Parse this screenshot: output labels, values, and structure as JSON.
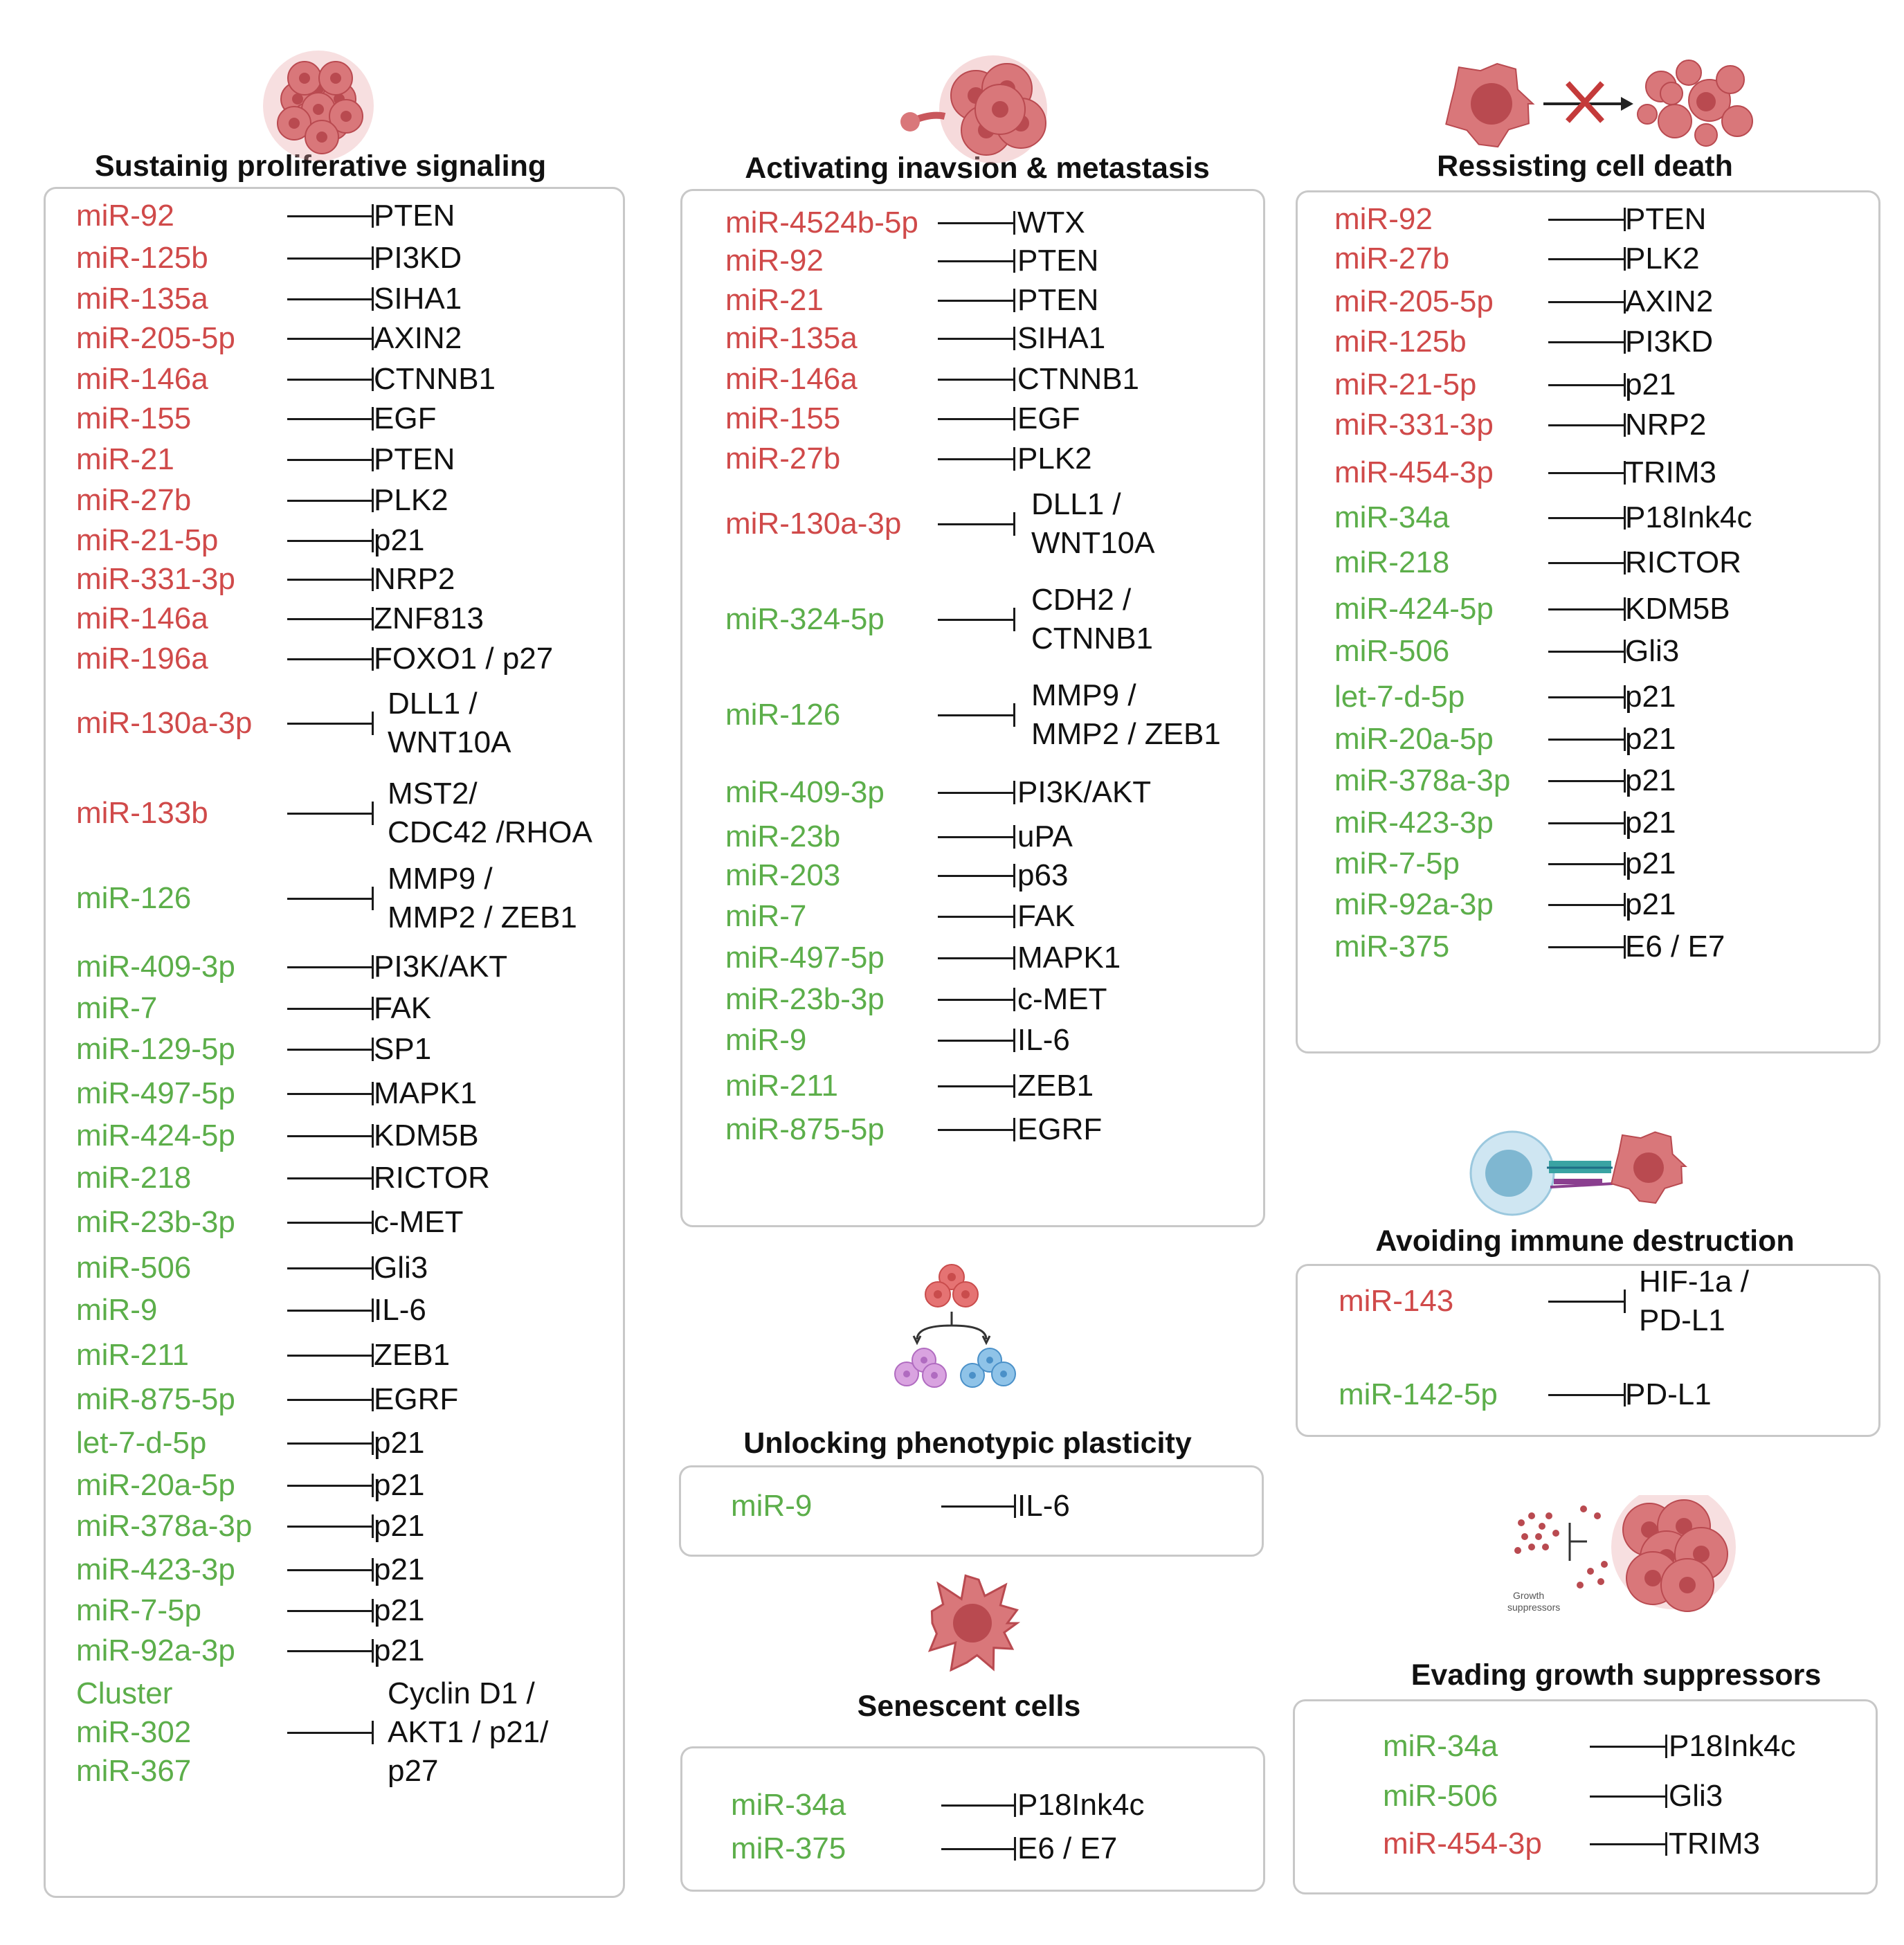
{
  "colors": {
    "red": "#d04a4a",
    "green": "#5cae4a",
    "cell": "#d9777a",
    "border": "#c8c8c8"
  },
  "panels": [
    {
      "id": "proliferative",
      "title": "Sustainig proliferative signaling",
      "icon": "tumor-cluster-icon",
      "rows": [
        {
          "mir": "miR-92",
          "color": "red",
          "target": [
            "PTEN"
          ]
        },
        {
          "mir": "miR-125b",
          "color": "red",
          "target": [
            "PI3KD"
          ]
        },
        {
          "mir": "miR-135a",
          "color": "red",
          "target": [
            "SIHA1"
          ]
        },
        {
          "mir": "miR-205-5p",
          "color": "red",
          "target": [
            "AXIN2"
          ]
        },
        {
          "mir": "miR-146a",
          "color": "red",
          "target": [
            "CTNNB1"
          ]
        },
        {
          "mir": "miR-155",
          "color": "red",
          "target": [
            "EGF"
          ]
        },
        {
          "mir": "miR-21",
          "color": "red",
          "target": [
            "PTEN"
          ]
        },
        {
          "mir": "miR-27b",
          "color": "red",
          "target": [
            "PLK2"
          ]
        },
        {
          "mir": "miR-21-5p",
          "color": "red",
          "target": [
            "p21"
          ]
        },
        {
          "mir": "miR-331-3p",
          "color": "red",
          "target": [
            "NRP2"
          ]
        },
        {
          "mir": "miR-146a",
          "color": "red",
          "target": [
            "ZNF813"
          ]
        },
        {
          "mir": "miR-196a",
          "color": "red",
          "target": [
            "FOXO1 / p27"
          ]
        },
        {
          "mir": "miR-130a-3p",
          "color": "red",
          "target": [
            "DLL1 /",
            "WNT10A"
          ]
        },
        {
          "mir": "miR-133b",
          "color": "red",
          "target": [
            "MST2/",
            "CDC42 /RHOA"
          ]
        },
        {
          "mir": "miR-126",
          "color": "green",
          "target": [
            "MMP9 /",
            "MMP2 / ZEB1"
          ]
        },
        {
          "mir": "miR-409-3p",
          "color": "green",
          "target": [
            "PI3K/AKT"
          ]
        },
        {
          "mir": "miR-7",
          "color": "green",
          "target": [
            "FAK"
          ]
        },
        {
          "mir": "miR-129-5p",
          "color": "green",
          "target": [
            "SP1"
          ]
        },
        {
          "mir": "miR-497-5p",
          "color": "green",
          "target": [
            "MAPK1"
          ]
        },
        {
          "mir": "miR-424-5p",
          "color": "green",
          "target": [
            "KDM5B"
          ]
        },
        {
          "mir": "miR-218",
          "color": "green",
          "target": [
            "RICTOR"
          ]
        },
        {
          "mir": "miR-23b-3p",
          "color": "green",
          "target": [
            "c-MET"
          ]
        },
        {
          "mir": "miR-506",
          "color": "green",
          "target": [
            "Gli3"
          ]
        },
        {
          "mir": "miR-9",
          "color": "green",
          "target": [
            "IL-6"
          ]
        },
        {
          "mir": "miR-211",
          "color": "green",
          "target": [
            "ZEB1"
          ]
        },
        {
          "mir": "miR-875-5p",
          "color": "green",
          "target": [
            "EGRF"
          ]
        },
        {
          "mir": "let-7-d-5p",
          "color": "green",
          "target": [
            "p21"
          ]
        },
        {
          "mir": "miR-20a-5p",
          "color": "green",
          "target": [
            "p21"
          ]
        },
        {
          "mir": "miR-378a-3p",
          "color": "green",
          "target": [
            "p21"
          ]
        },
        {
          "mir": "miR-423-3p",
          "color": "green",
          "target": [
            "p21"
          ]
        },
        {
          "mir": "miR-7-5p",
          "color": "green",
          "target": [
            "p21"
          ]
        },
        {
          "mir": "miR-92a-3p",
          "color": "green",
          "target": [
            "p21"
          ]
        },
        {
          "mir": [
            "Cluster",
            "miR-302",
            "miR-367"
          ],
          "color": "green",
          "target": [
            "Cyclin D1 /",
            "AKT1 / p21/",
            "p27"
          ]
        }
      ]
    },
    {
      "id": "invasion",
      "title": "Activating inavsion & metastasis",
      "icon": "metastasis-cell-icon",
      "rows": [
        {
          "mir": "miR-4524b-5p",
          "color": "red",
          "target": [
            "WTX"
          ]
        },
        {
          "mir": "miR-92",
          "color": "red",
          "target": [
            "PTEN"
          ]
        },
        {
          "mir": "miR-21",
          "color": "red",
          "target": [
            "PTEN"
          ]
        },
        {
          "mir": "miR-135a",
          "color": "red",
          "target": [
            "SIHA1"
          ]
        },
        {
          "mir": "miR-146a",
          "color": "red",
          "target": [
            "CTNNB1"
          ]
        },
        {
          "mir": "miR-155",
          "color": "red",
          "target": [
            "EGF"
          ]
        },
        {
          "mir": "miR-27b",
          "color": "red",
          "target": [
            "PLK2"
          ]
        },
        {
          "mir": "miR-130a-3p",
          "color": "red",
          "target": [
            "DLL1 /",
            "WNT10A"
          ]
        },
        {
          "mir": "miR-324-5p",
          "color": "green",
          "target": [
            "CDH2 /",
            "CTNNB1"
          ]
        },
        {
          "mir": "miR-126",
          "color": "green",
          "target": [
            "MMP9 /",
            "MMP2 / ZEB1"
          ]
        },
        {
          "mir": "miR-409-3p",
          "color": "green",
          "target": [
            "PI3K/AKT"
          ]
        },
        {
          "mir": "miR-23b",
          "color": "green",
          "target": [
            "uPA"
          ]
        },
        {
          "mir": "miR-203",
          "color": "green",
          "target": [
            "p63"
          ]
        },
        {
          "mir": "miR-7",
          "color": "green",
          "target": [
            "FAK"
          ]
        },
        {
          "mir": "miR-497-5p",
          "color": "green",
          "target": [
            "MAPK1"
          ]
        },
        {
          "mir": "miR-23b-3p",
          "color": "green",
          "target": [
            "c-MET"
          ]
        },
        {
          "mir": "miR-9",
          "color": "green",
          "target": [
            "IL-6"
          ]
        },
        {
          "mir": "miR-211",
          "color": "green",
          "target": [
            "ZEB1"
          ]
        },
        {
          "mir": "miR-875-5p",
          "color": "green",
          "target": [
            "EGRF"
          ]
        }
      ]
    },
    {
      "id": "plasticity",
      "title": "Unlocking phenotypic plasticity",
      "icon": "cell-differentiation-icon",
      "rows": [
        {
          "mir": "miR-9",
          "color": "green",
          "target": [
            "IL-6"
          ]
        }
      ]
    },
    {
      "id": "senescent",
      "title": "Senescent cells",
      "icon": "senescent-cell-icon",
      "rows": [
        {
          "mir": "miR-34a",
          "color": "green",
          "target": [
            "P18Ink4c"
          ]
        },
        {
          "mir": "miR-375",
          "color": "green",
          "target": [
            "E6 / E7"
          ]
        }
      ]
    },
    {
      "id": "death",
      "title": "Ressisting cell death",
      "icon": "blocked-apoptosis-icon",
      "rows": [
        {
          "mir": "miR-92",
          "color": "red",
          "target": [
            "PTEN"
          ]
        },
        {
          "mir": "miR-27b",
          "color": "red",
          "target": [
            "PLK2"
          ]
        },
        {
          "mir": "miR-205-5p",
          "color": "red",
          "target": [
            "AXIN2"
          ]
        },
        {
          "mir": "miR-125b",
          "color": "red",
          "target": [
            "PI3KD"
          ]
        },
        {
          "mir": "miR-21-5p",
          "color": "red",
          "target": [
            "p21"
          ]
        },
        {
          "mir": "miR-331-3p",
          "color": "red",
          "target": [
            "NRP2"
          ]
        },
        {
          "mir": "miR-454-3p",
          "color": "red",
          "target": [
            "TRIM3"
          ]
        },
        {
          "mir": "miR-34a",
          "color": "green",
          "target": [
            "P18Ink4c"
          ]
        },
        {
          "mir": "miR-218",
          "color": "green",
          "target": [
            "RICTOR"
          ]
        },
        {
          "mir": "miR-424-5p",
          "color": "green",
          "target": [
            "KDM5B"
          ]
        },
        {
          "mir": "miR-506",
          "color": "green",
          "target": [
            "Gli3"
          ]
        },
        {
          "mir": "let-7-d-5p",
          "color": "green",
          "target": [
            "p21"
          ]
        },
        {
          "mir": "miR-20a-5p",
          "color": "green",
          "target": [
            "p21"
          ]
        },
        {
          "mir": "miR-378a-3p",
          "color": "green",
          "target": [
            "p21"
          ]
        },
        {
          "mir": "miR-423-3p",
          "color": "green",
          "target": [
            "p21"
          ]
        },
        {
          "mir": "miR-7-5p",
          "color": "green",
          "target": [
            "p21"
          ]
        },
        {
          "mir": "miR-92a-3p",
          "color": "green",
          "target": [
            "p21"
          ]
        },
        {
          "mir": "miR-375",
          "color": "green",
          "target": [
            "E6 / E7"
          ]
        }
      ]
    },
    {
      "id": "immune",
      "title": "Avoiding immune destruction",
      "icon": "immune-synapse-icon",
      "rows": [
        {
          "mir": "miR-143",
          "color": "red",
          "target": [
            "HIF-1a  /",
            "PD-L1"
          ]
        },
        {
          "mir": "miR-142-5p",
          "color": "green",
          "target": [
            "PD-L1"
          ]
        }
      ]
    },
    {
      "id": "suppressors",
      "title": "Evading growth suppressors",
      "icon": "growth-suppressors-icon",
      "icon_text": [
        "Growth",
        "suppressors"
      ],
      "rows": [
        {
          "mir": "miR-34a",
          "color": "green",
          "target": [
            "P18Ink4c"
          ]
        },
        {
          "mir": "miR-506",
          "color": "green",
          "target": [
            "Gli3"
          ]
        },
        {
          "mir": "miR-454-3p",
          "color": "red",
          "target": [
            "TRIM3"
          ]
        }
      ]
    }
  ]
}
